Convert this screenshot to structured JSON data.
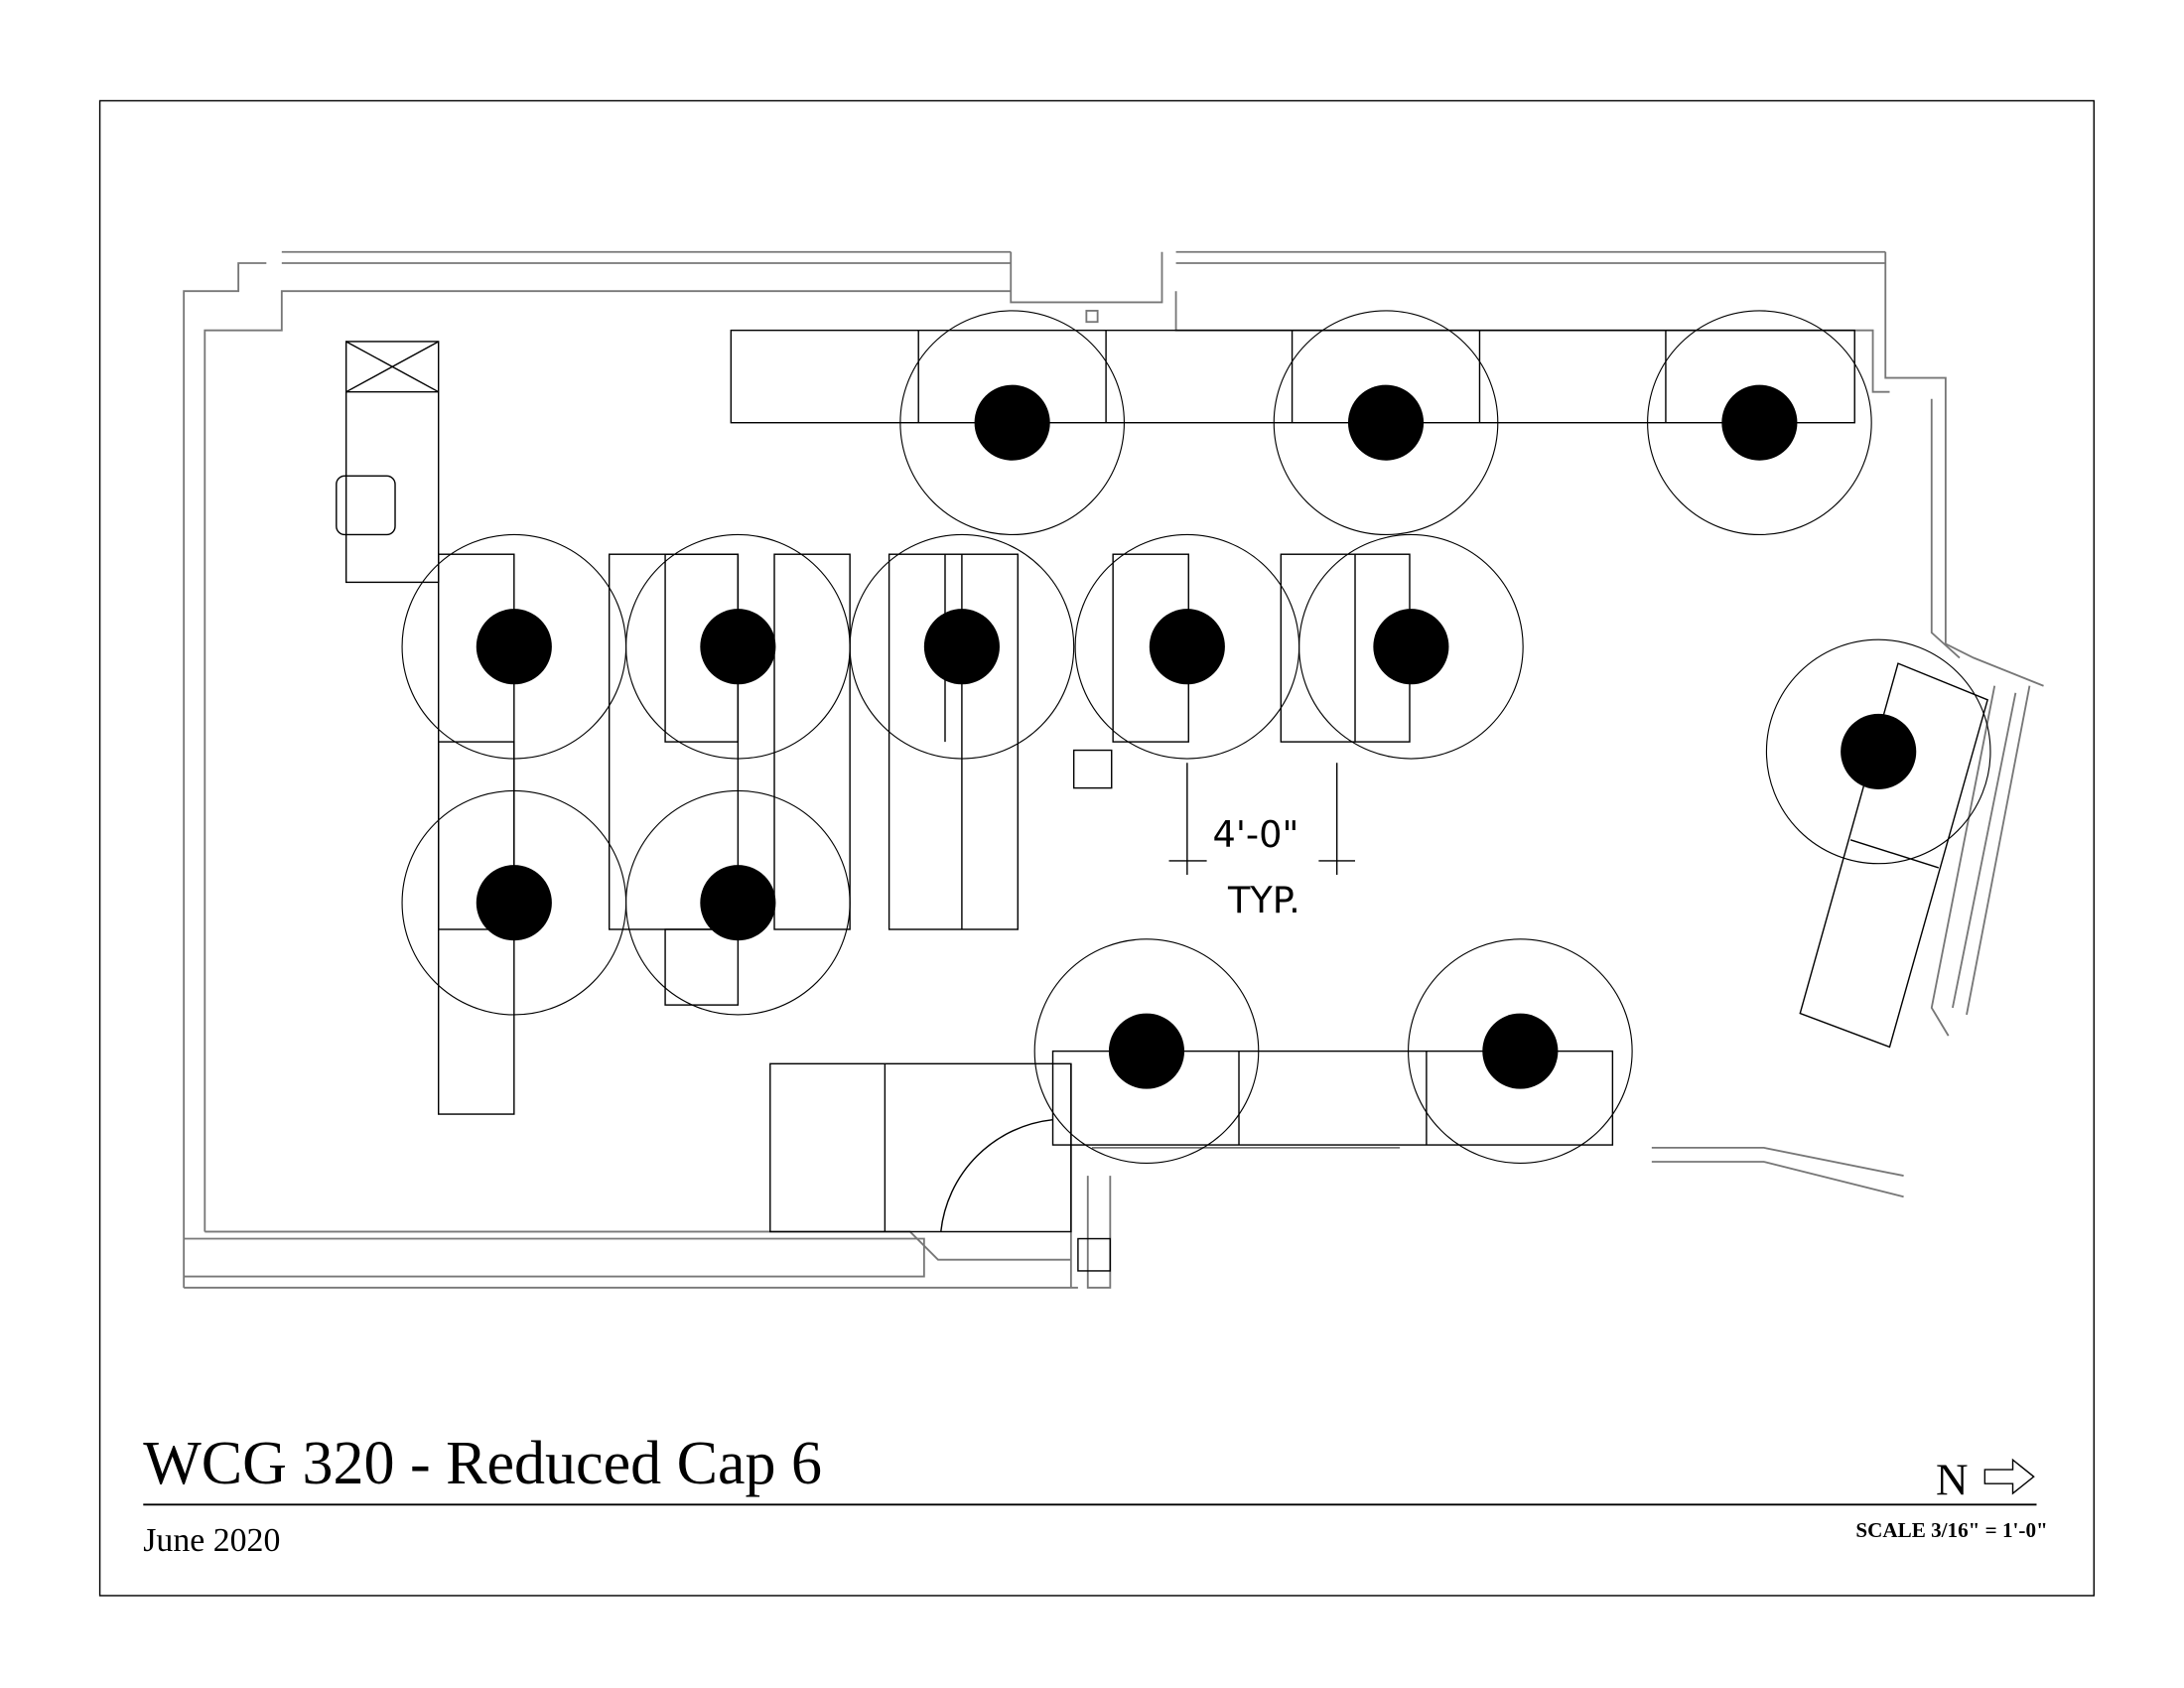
{
  "sheet": {
    "title": "WCG 320 - Reduced Cap 6",
    "date": "June 2020",
    "north_label": "N",
    "scale": "SCALE 3/16\" = 1'-0\""
  },
  "plan": {
    "dimension_label": "4'-0\"",
    "dimension_note": "TYP.",
    "seat_count": 13,
    "line_color": "#000000",
    "wall_color": "#777777"
  }
}
